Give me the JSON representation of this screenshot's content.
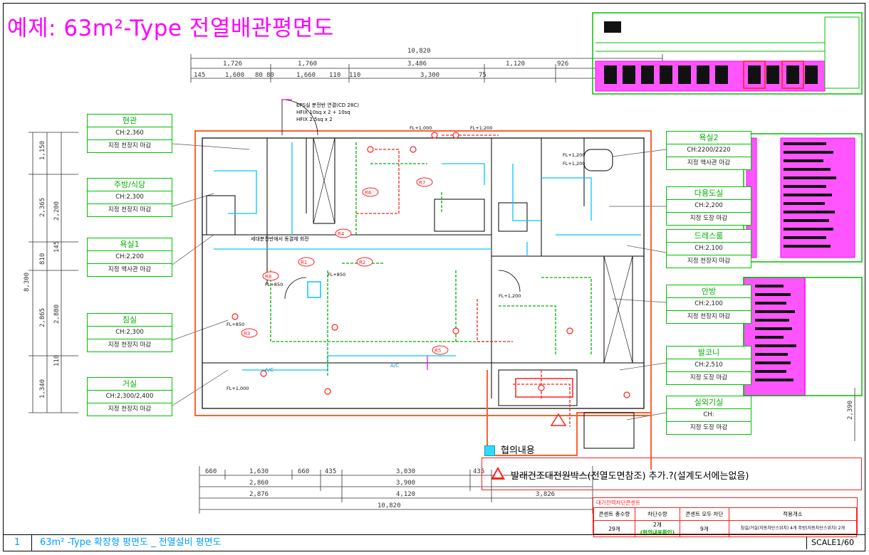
{
  "title": "예제: 63m²-Type 전열배관평면도",
  "footer": {
    "sheet_number": "1",
    "caption": "63m² -Type 확장형 평면도 _ 전열설비 평면도",
    "scale": "SCALE1/60"
  },
  "legend": {
    "label": "협의내용"
  },
  "notice": {
    "text": "발래건조대전원박스(전열도면참조) 추가.?(설계도서에는없음)"
  },
  "rooms_left": [
    {
      "name": "현관",
      "ch": "CH:2,360",
      "finish": "지정 천장지 마감"
    },
    {
      "name": "주방/식당",
      "ch": "CH:2,300",
      "finish": "지정 천장지 마감"
    },
    {
      "name": "욕실1",
      "ch": "CH:2,200",
      "finish": "지정 액사관 마감"
    },
    {
      "name": "침실",
      "ch": "CH:2,300",
      "finish": "지정 천장지 마감"
    },
    {
      "name": "거실",
      "ch": "CH:2,300/2,400",
      "finish": "지정 천장지 마감"
    }
  ],
  "rooms_right": [
    {
      "name": "욕실2",
      "ch": "CH:2200/2220",
      "finish": "지정 액사관 마감"
    },
    {
      "name": "다용도실",
      "ch": "CH:2,200",
      "finish": "지정 도장 마감"
    },
    {
      "name": "드레스룸",
      "ch": "CH:2,100",
      "finish": "지정 천장지 마감"
    },
    {
      "name": "안방",
      "ch": "CH:2,100",
      "finish": "지정 천장지 마감"
    },
    {
      "name": "발코니",
      "ch": "CH:2,510",
      "finish": "지정 도장 마감"
    },
    {
      "name": "실외기실",
      "ch": "CH:",
      "finish": "지정 도장 마감"
    }
  ],
  "dims": {
    "top_total": "10,820",
    "top_row1": [
      "1,726",
      "1,760",
      "3,486",
      "1,120",
      "926"
    ],
    "top_row2": [
      "145",
      "1,600",
      "80",
      "80",
      "1,660",
      "110",
      "110",
      "3,300",
      "75"
    ],
    "left_total": "8,300",
    "left_row1": [
      "1,150",
      "2,365",
      "810",
      "2,865",
      "1,340"
    ],
    "left_row2": [
      "2,200",
      "145",
      "2,880",
      "110"
    ],
    "bottom_row1": [
      "660",
      "1,630",
      "660",
      "435",
      "3,030",
      "435"
    ],
    "bottom_row2": [
      "2,860",
      "3,900"
    ],
    "bottom_row3": [
      "2,876",
      "4,120",
      "3,826"
    ],
    "bottom_total": "10,820",
    "right_side": "2,390"
  },
  "plan_labels": {
    "eps": "EPS실 분전반 연결(CD 28C)",
    "hfix1": "HFIX 10sq x 2 + 10sq",
    "hfix2": "HFIX 2.5sq x 2",
    "annot_center": "세대분전반에서 동결체 회전",
    "ac1": "A/C",
    "ac2": "A/C",
    "circuits": [
      "R1",
      "R2",
      "R3",
      "R4",
      "R5",
      "R6",
      "R7",
      "R8"
    ],
    "heights": [
      "FL+1,000",
      "FL+1,200",
      "FL+850",
      "FL+1,200",
      "FL+850",
      "FL+850",
      "FL+1,200",
      "FL+1,200",
      "FL+1,000"
    ]
  },
  "info_table": {
    "heading": "대기전력차단콘센트",
    "headers": [
      "콘센트 총수량",
      "차단수량",
      "콘센트 모두 차단",
      "적용개소"
    ],
    "values": [
      "29개",
      "2개",
      "9개",
      "침실/거실(자동차단스위치) 4개 주방(자동차단스위치) 2개"
    ],
    "note": "(협의내용확인)"
  },
  "colors": {
    "title": "#ff00ff",
    "frame": "#000000",
    "room_box": "#00c000",
    "wall": "#ff6030",
    "circuit_green": "#00b000",
    "circuit_red": "#ff2020",
    "circuit_cyan": "#00c8ff",
    "magenta": "#ff00ff"
  },
  "icons": [
    "warning-triangle-icon",
    "outlet-icon",
    "panel-icon"
  ]
}
